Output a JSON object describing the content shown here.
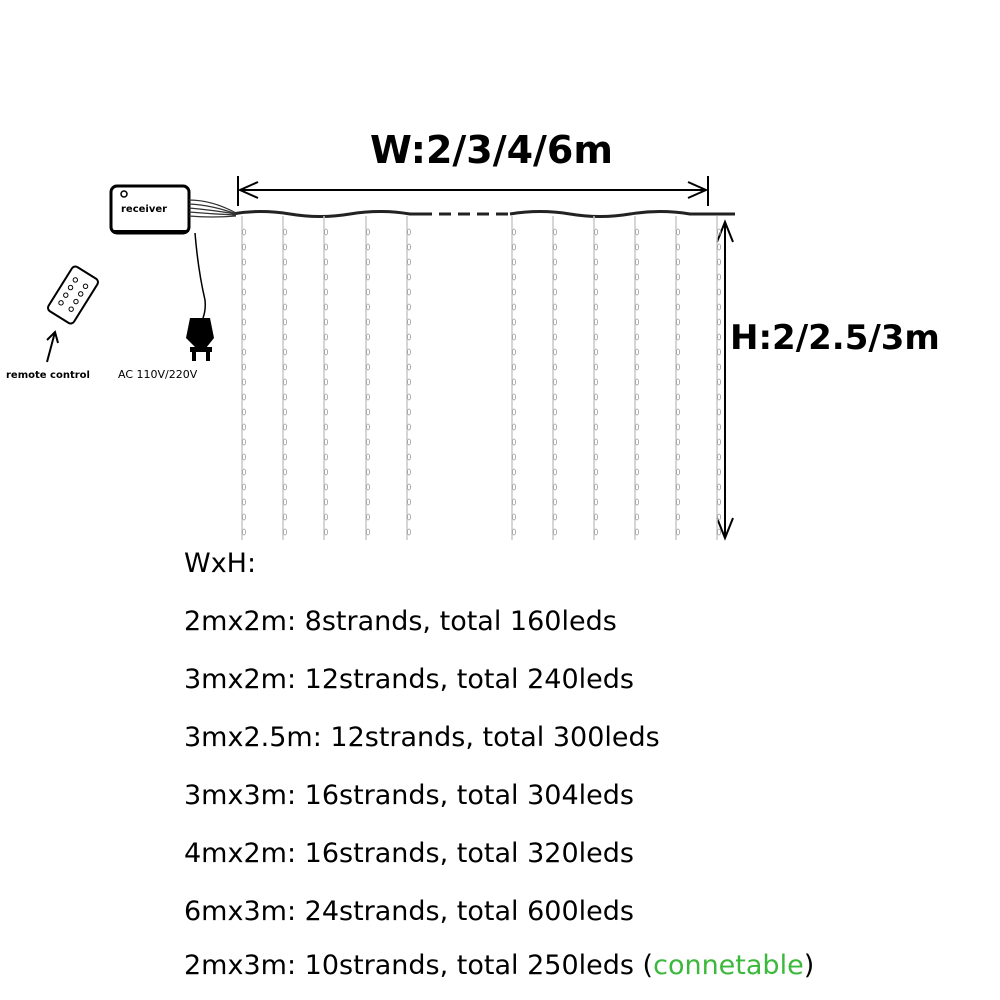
{
  "diagram": {
    "width_label": "W:2/3/4/6m",
    "height_label": "H:2/2.5/3m",
    "receiver_label": "receiver",
    "power_label": "AC 110V/220V",
    "remote_label": "remote control",
    "strand_color": "#c8c8c8",
    "wire_color": "#222222"
  },
  "specs": {
    "header": "WxH:",
    "note_color": "#3cb83c",
    "rows": [
      {
        "size": "2mx2m:",
        "detail": "8strands, total 160leds",
        "note": ""
      },
      {
        "size": "3mx2m:",
        "detail": "12strands, total 240leds",
        "note": ""
      },
      {
        "size": "3mx2.5m:",
        "detail": "12strands, total 300leds",
        "note": ""
      },
      {
        "size": "3mx3m:",
        "detail": "16strands, total 304leds",
        "note": ""
      },
      {
        "size": "4mx2m:",
        "detail": "16strands, total 320leds",
        "note": ""
      },
      {
        "size": "6mx3m:",
        "detail": "24strands, total 600leds",
        "note": ""
      },
      {
        "size": "2mx3m:",
        "detail": "10strands, total 250leds",
        "note": "connetable"
      }
    ]
  }
}
